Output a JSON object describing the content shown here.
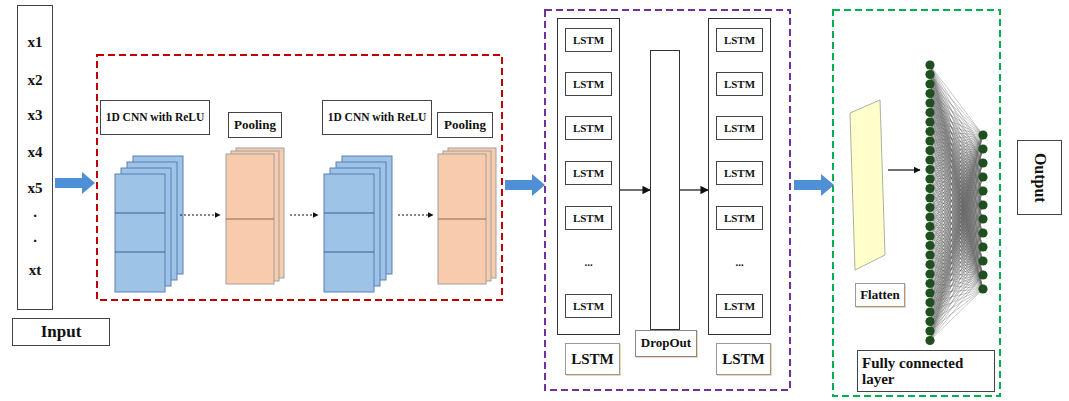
{
  "diagram": {
    "nodes": [
      {
        "text": [
          "x1",
          "x2",
          "x3",
          "x4",
          "x5",
          ".",
          ".",
          "xt"
        ]
      },
      {
        "text": [
          "Input"
        ]
      },
      {
        "text": [
          "1D CNN with ReLU"
        ]
      },
      {
        "text": [
          "Pooling"
        ]
      },
      {
        "text": [
          "1D CNN with ReLU"
        ]
      },
      {
        "text": [
          "Pooling"
        ]
      },
      {
        "text": [
          "LSTM"
        ]
      },
      {
        "text": [
          "LSTM"
        ],
        "in": 6
      },
      {
        "text": [
          "LSTM"
        ],
        "in": 6
      },
      {
        "text": [
          "LSTM"
        ],
        "in": 6
      },
      {
        "text": [
          "LSTM"
        ],
        "in": 6
      },
      {
        "text": [
          "LSTM"
        ],
        "in": 6
      },
      {
        "text": [
          "LSTM"
        ],
        "in": 6
      },
      {
        "text": [
          "DropOut"
        ]
      },
      {
        "text": [
          "LSTM"
        ]
      },
      {
        "text": [
          "LSTM"
        ],
        "in": 14
      },
      {
        "text": [
          "LSTM"
        ],
        "in": 14
      },
      {
        "text": [
          "LSTM"
        ],
        "in": 14
      },
      {
        "text": [
          "LSTM"
        ],
        "in": 14
      },
      {
        "text": [
          "LSTM"
        ],
        "in": 14
      },
      {
        "text": [
          "LSTM"
        ],
        "in": 14
      },
      {
        "text": [
          "Flatten"
        ]
      },
      {
        "text": [
          "Fully connected layer"
        ]
      },
      {
        "text": [
          "Output"
        ]
      }
    ],
    "edges": [
      {
        "from": 7,
        "to": 8,
        "arrow": "to"
      },
      {
        "from": 8,
        "to": 9,
        "arrow": "to"
      },
      {
        "from": 9,
        "to": 10,
        "arrow": "to"
      },
      {
        "from": 10,
        "to": 11,
        "arrow": "to"
      },
      {
        "from": 11,
        "to": 12,
        "label": "...",
        "arrow": "to"
      },
      {
        "from": 6,
        "to": 13,
        "arrow": "to"
      },
      {
        "from": 13,
        "to": 14,
        "arrow": "to"
      },
      {
        "from": 15,
        "to": 16,
        "arrow": "to"
      },
      {
        "from": 16,
        "to": 17,
        "arrow": "to"
      },
      {
        "from": 17,
        "to": 18,
        "arrow": "to"
      },
      {
        "from": 18,
        "to": 19,
        "arrow": "to"
      },
      {
        "from": 19,
        "to": 20,
        "label": "...",
        "arrow": "to"
      }
    ]
  }
}
